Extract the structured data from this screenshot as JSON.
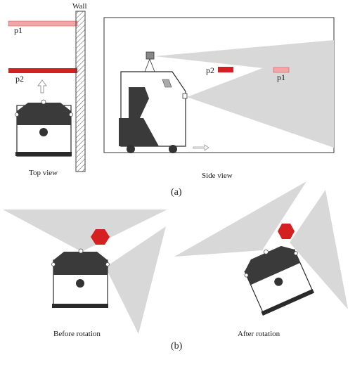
{
  "top_view": {
    "wall_label": "Wall",
    "p1_label": "p1",
    "p2_label": "p2",
    "caption": "Top view"
  },
  "side_view": {
    "p2_label": "p2",
    "p1_label": "p1",
    "caption": "Side view"
  },
  "panel_a_label": "(a)",
  "panel_b": {
    "before_caption": "Before rotation",
    "after_caption": "After rotation",
    "label": "(b)"
  },
  "colors": {
    "p1_marker": "#f2a6a6",
    "p2_marker": "#d42020",
    "obstacle": "#d42020",
    "sensor_cone": "#d8d8d8",
    "robot_body": "#3a3a3a"
  }
}
